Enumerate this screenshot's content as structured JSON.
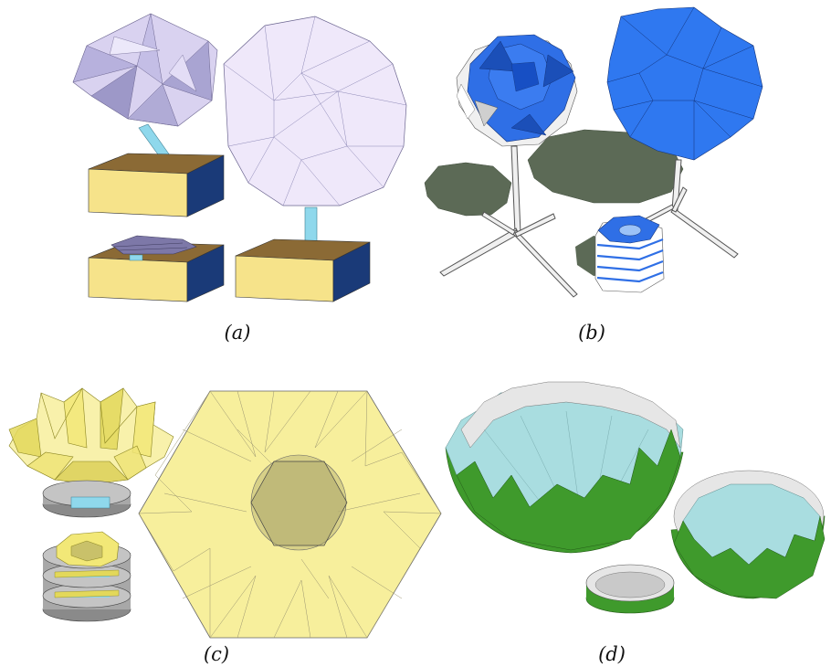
{
  "figure": {
    "panels": [
      {
        "label": "(a)"
      },
      {
        "label": "(b)"
      },
      {
        "label": "(c)"
      },
      {
        "label": "(d)"
      }
    ],
    "colors": {
      "lavender": "#e8e0f4",
      "lavender_dark": "#a9a4d2",
      "box_top": "#8b6a35",
      "box_front": "#f6e38a",
      "box_side": "#1a3a78",
      "stem": "#8fd8ec",
      "blue": "#2f6fe6",
      "blue_dark": "#1b4fb8",
      "shadow": "#5c6a56",
      "yellow": "#f7ef9c",
      "yellow_dark": "#e3d85a",
      "gray_ring": "#a8a8a8",
      "teal": "#a9dde0",
      "green": "#3f9a2c",
      "white_petal": "#e6e6e6"
    }
  }
}
